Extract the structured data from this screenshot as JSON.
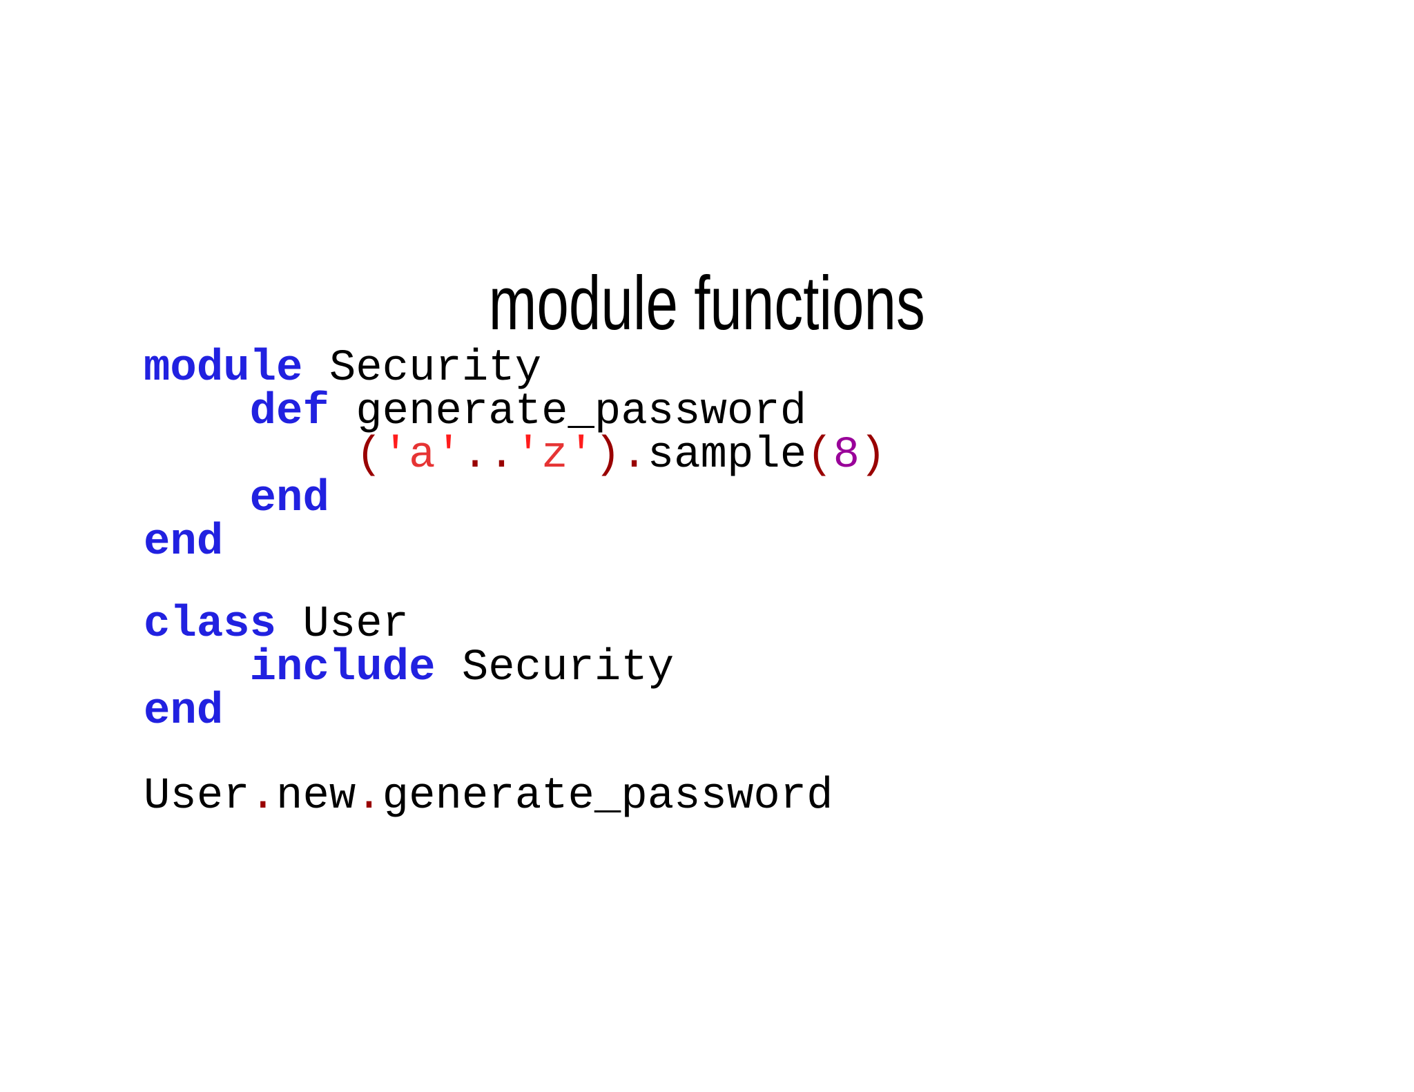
{
  "title": "module functions",
  "colors": {
    "keyword": "#2121e0",
    "plain": "#000000",
    "punctuation": "#990000",
    "string_delimiter": "#ff1c1c",
    "string_content": "#e63434",
    "number": "#990099",
    "title_color": "#000000",
    "background": "#ffffff"
  },
  "code": {
    "language": "ruby",
    "blocks": [
      {
        "name": "security-module-definition",
        "lines": [
          [
            {
              "t": "module",
              "c": "keyword"
            },
            {
              "t": " Security",
              "c": "plain"
            }
          ],
          [
            {
              "t": "    ",
              "c": "plain"
            },
            {
              "t": "def",
              "c": "keyword"
            },
            {
              "t": " generate_password",
              "c": "plain"
            }
          ],
          [
            {
              "t": "        ",
              "c": "plain"
            },
            {
              "t": "(",
              "c": "punctuation"
            },
            {
              "t": "'",
              "c": "string_delimiter"
            },
            {
              "t": "a",
              "c": "string_content"
            },
            {
              "t": "'",
              "c": "string_delimiter"
            },
            {
              "t": "..",
              "c": "punctuation"
            },
            {
              "t": "'",
              "c": "string_delimiter"
            },
            {
              "t": "z",
              "c": "string_content"
            },
            {
              "t": "'",
              "c": "string_delimiter"
            },
            {
              "t": ")",
              "c": "punctuation"
            },
            {
              "t": ".",
              "c": "punctuation"
            },
            {
              "t": "sample",
              "c": "plain"
            },
            {
              "t": "(",
              "c": "punctuation"
            },
            {
              "t": "8",
              "c": "number"
            },
            {
              "t": ")",
              "c": "punctuation"
            }
          ],
          [
            {
              "t": "    ",
              "c": "plain"
            },
            {
              "t": "end",
              "c": "keyword"
            }
          ],
          [
            {
              "t": "end",
              "c": "keyword"
            }
          ]
        ]
      },
      {
        "name": "user-class-definition",
        "lines": [
          [
            {
              "t": "class",
              "c": "keyword"
            },
            {
              "t": " User",
              "c": "plain"
            }
          ],
          [
            {
              "t": "    ",
              "c": "plain"
            },
            {
              "t": "include",
              "c": "keyword"
            },
            {
              "t": " Security",
              "c": "plain"
            }
          ],
          [
            {
              "t": "end",
              "c": "keyword"
            }
          ]
        ]
      },
      {
        "name": "usage-example",
        "lines": [
          [
            {
              "t": "User",
              "c": "plain"
            },
            {
              "t": ".",
              "c": "punctuation"
            },
            {
              "t": "new",
              "c": "plain"
            },
            {
              "t": ".",
              "c": "punctuation"
            },
            {
              "t": "generate_password",
              "c": "plain"
            }
          ]
        ]
      }
    ]
  }
}
